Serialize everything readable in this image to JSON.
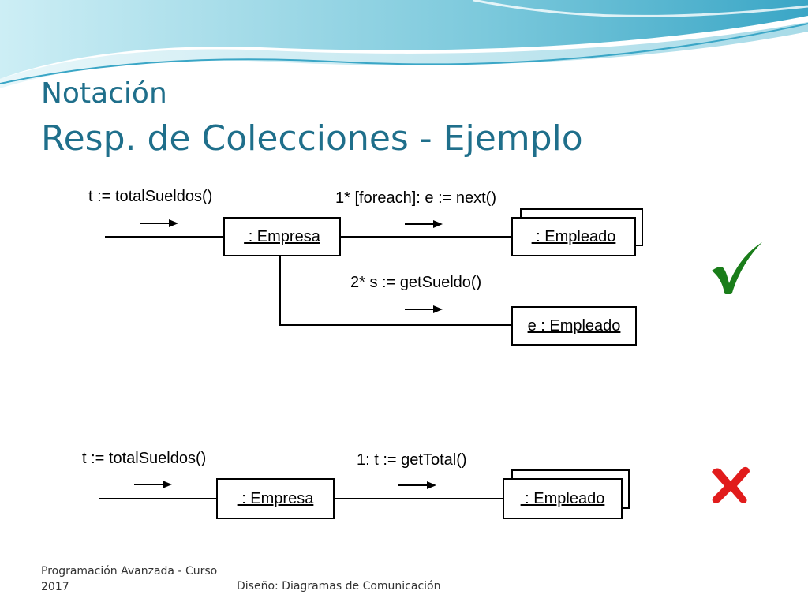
{
  "slide": {
    "title_top": "Notación",
    "title_main": "Resp. de Colecciones - Ejemplo",
    "colors": {
      "title": "#1f6f8b",
      "check": "#1a7d1a",
      "cross": "#e11c1c",
      "wave_dark": "#3aa6c6",
      "wave_light": "#a8dbe8"
    }
  },
  "diagram_correct": {
    "message_in": "t := totalSueldos()",
    "message_1": "1* [foreach]: e := next()",
    "message_2": "2* s := getSueldo()",
    "empresa_label": " : Empresa",
    "empleado_multi_label": " : Empleado",
    "empleado_single_label": "e : Empleado",
    "verdict_icon": "check-icon"
  },
  "diagram_incorrect": {
    "message_in": "t := totalSueldos()",
    "message_1": "1: t := getTotal()",
    "empresa_label": " : Empresa",
    "empleado_multi_label": " : Empleado",
    "verdict_icon": "cross-icon"
  },
  "footer": {
    "left": "Programación Avanzada - Curso 2017",
    "center": "Diseño: Diagramas de Comunicación"
  }
}
